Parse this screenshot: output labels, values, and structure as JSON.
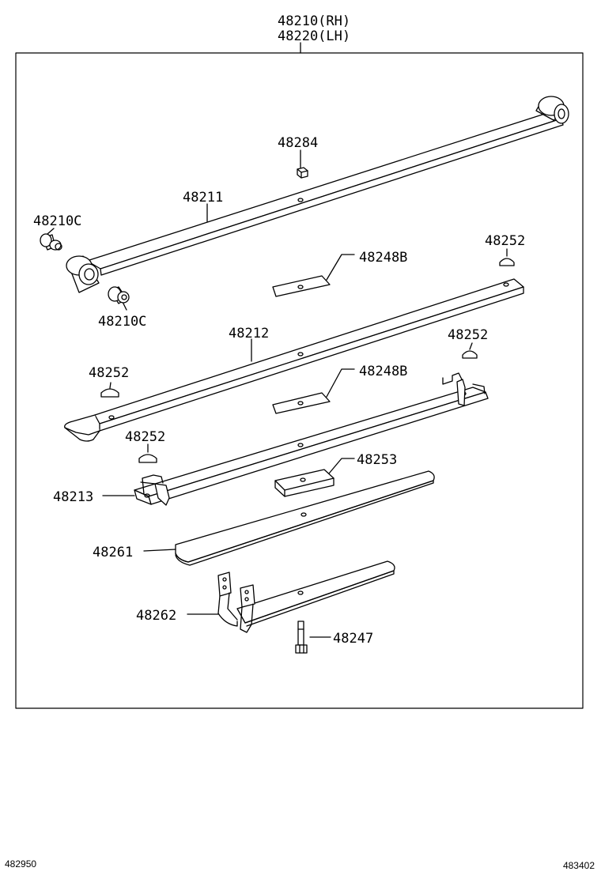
{
  "header": {
    "part_rh": "48210(RH)",
    "part_lh": "48220(LH)"
  },
  "labels": {
    "p48284": "48284",
    "p48211": "48211",
    "p48210c_top": "48210C",
    "p48210c_bottom": "48210C",
    "p48252_a": "48252",
    "p48248b_a": "48248B",
    "p48212": "48212",
    "p48252_b": "48252",
    "p48252_c": "48252",
    "p48248b_b": "48248B",
    "p48252_d": "48252",
    "p48253": "48253",
    "p48213": "48213",
    "p48261": "48261",
    "p48262": "48262",
    "p48247": "48247"
  },
  "footer": {
    "code_left": "482950",
    "code_right": "483402"
  }
}
